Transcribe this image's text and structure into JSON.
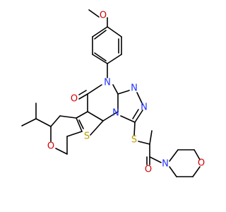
{
  "diagram": {
    "type": "chemical-structure",
    "atoms": [
      {
        "id": "o_methoxy",
        "label": "O",
        "color": "#d40000"
      },
      {
        "id": "n_amide",
        "label": "N",
        "color": "#2233ff"
      },
      {
        "id": "o_carbonyl",
        "label": "O",
        "color": "#d40000"
      },
      {
        "id": "n_triazole_a",
        "label": "N",
        "color": "#2233ff"
      },
      {
        "id": "n_triazole_b",
        "label": "N",
        "color": "#2233ff"
      },
      {
        "id": "n_fused",
        "label": "N",
        "color": "#2233ff"
      },
      {
        "id": "s_thioether",
        "label": "S",
        "color": "#b8a000"
      },
      {
        "id": "s_thiophene",
        "label": "S",
        "color": "#b8a000"
      },
      {
        "id": "o_pyran",
        "label": "O",
        "color": "#d40000"
      },
      {
        "id": "o_ketone",
        "label": "O",
        "color": "#d40000"
      },
      {
        "id": "n_morpholine",
        "label": "N",
        "color": "#2233ff"
      },
      {
        "id": "o_morpholine",
        "label": "O",
        "color": "#d40000"
      }
    ],
    "bond_color": "#000000"
  }
}
